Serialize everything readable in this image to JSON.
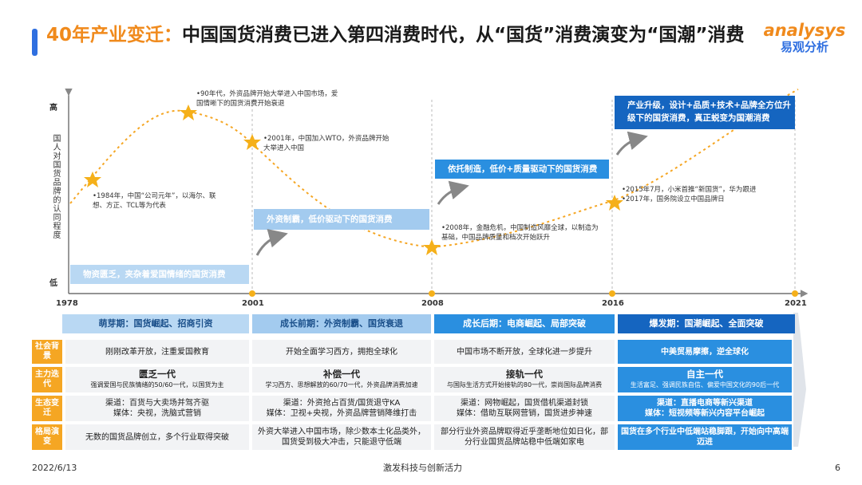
{
  "header": {
    "title_accent": "40年产业变迁：",
    "title_rest": "中国国货消费已进入第四消费时代，从“国货”消费演变为“国潮”消费",
    "logo_en": "analysys",
    "logo_cn": "易观分析"
  },
  "axis": {
    "y_high": "高",
    "y_low": "低",
    "y_label": "国人对国货品牌的认同程度",
    "years": [
      "1978",
      "2001",
      "2008",
      "2016",
      "2021"
    ]
  },
  "notes": {
    "n1984": "•1984年，中国“公司元年”，以海尔、联想、方正、TCL等为代表",
    "n90s": "•90年代，外资品牌开始大举进入中国市场，爱国情晰下的国货消费开始衰退",
    "n2001": "•2001年，中国加入WTO，外资品牌开始大举进入中国",
    "n2008": "•2008年，金融危机，中国制造风靡全球，以制造为基础，中国品牌质量和档次开始跃升",
    "n2015": "•2015年7月，小米首推“新国货”，华为跟进",
    "n2017": "•2017年，国务院设立中国品牌日"
  },
  "stage_bands": [
    "物资匮乏，夹杂着爱国情绪的国货消费",
    "外资制霸，低价驱动下的国货消费",
    "依托制造，低价+质量驱动下的国货消费",
    "产业升级，设计+品质+技术+品牌全方位升级下的国货消费，真正蜕变为国潮消费"
  ],
  "periods": [
    "萌芽期：国货崛起、招商引资",
    "成长前期：外资制霸、国货衰退",
    "成长后期：电商崛起、局部突破",
    "爆发期：国潮崛起、全面突破"
  ],
  "row_headers": [
    "社会背景",
    "主力迭代",
    "生态变迁",
    "格局演变"
  ],
  "table": {
    "social": [
      "刚刚改革开放，注重爱国教育",
      "开始全面学习西方，拥抱全球化",
      "中国市场不断开放，全球化进一步提升",
      "中美贸易摩擦，逆全球化"
    ],
    "generation": [
      {
        "name": "匮乏一代",
        "desc": "强调爱国与民族情绪的50/60一代，以国货为主"
      },
      {
        "name": "补偿一代",
        "desc": "学习西方、思想解放的60/70一代，外资品牌消费加速"
      },
      {
        "name": "接轨一代",
        "desc": "与国际生活方式开始接轨的80一代，崇尚国际品牌消费"
      },
      {
        "name": "自主一代",
        "desc": "生活富足、强调民族自信、偏爱中国文化的90后一代"
      }
    ],
    "ecology": [
      {
        "l1": "渠道：百货与大卖场并驾齐驱",
        "l2": "媒体：央视，洗脑式营销"
      },
      {
        "l1": "渠道：外资抢占百货/国货退守KA",
        "l2": "媒体：卫视+央视，外资品牌营销降维打击"
      },
      {
        "l1": "渠道：网物崛起，国货借机渠道封锁",
        "l2": "媒体：借助互联网营销，国货进步神速"
      },
      {
        "l1": "渠道：直播电商等新兴渠道",
        "l2": "媒体：短视频等新兴内容平台崛起"
      }
    ],
    "pattern": [
      "无数的国货品牌创立，多个行业取得突破",
      "外资大举进入中国市场，除少数本土化品类外，国货受到极大冲击，只能退守低端",
      "部分行业外资品牌取得近乎垄断地位如日化，部分行业国货品牌站稳中低端如家电",
      "国货在多个行业中低端站稳脚跟，开始向中高端迈进"
    ]
  },
  "footer": {
    "date": "2022/6/13",
    "slogan": "激发科技与创新活力",
    "page": "6"
  },
  "colors": {
    "accent": "#f08a1c",
    "blue_light": "#8fbfe8",
    "blue_mid": "#2a8fe0",
    "blue_dark": "#1565c0",
    "orange": "#f5a623"
  }
}
